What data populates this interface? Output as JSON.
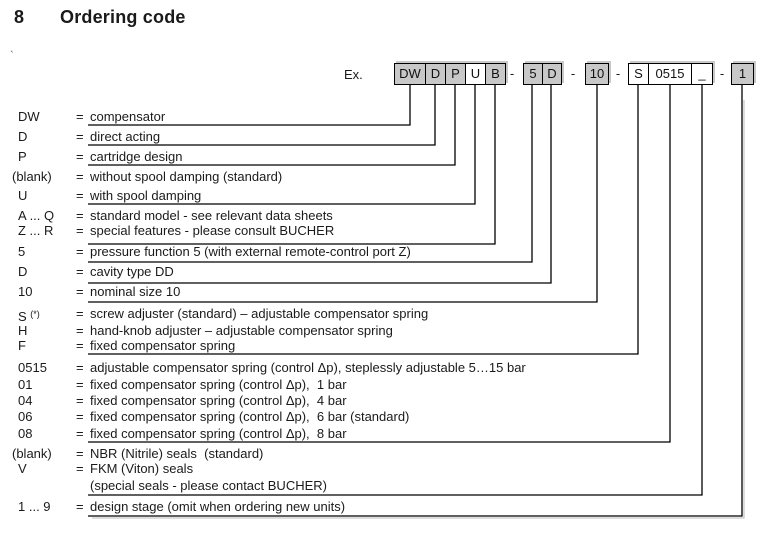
{
  "title": {
    "section_number": "8",
    "text": "Ordering code"
  },
  "stray_mark": "`",
  "colors": {
    "box_gray": "#c8c8c8",
    "box_white": "#ffffff",
    "line": "#000000",
    "shadow": "#c9c9c9"
  },
  "example": {
    "label": "Ex.",
    "separator": "-",
    "boxes": [
      {
        "text": "DW",
        "fill": "gray"
      },
      {
        "text": "D",
        "fill": "gray"
      },
      {
        "text": "P",
        "fill": "gray"
      },
      {
        "text": "U",
        "fill": "white"
      },
      {
        "text": "B",
        "fill": "gray"
      },
      {
        "text": "5",
        "fill": "gray"
      },
      {
        "text": "D",
        "fill": "gray"
      },
      {
        "text": "10",
        "fill": "gray"
      },
      {
        "text": "S",
        "fill": "white"
      },
      {
        "text": "0515",
        "fill": "white"
      },
      {
        "text": "_",
        "fill": "white"
      },
      {
        "text": "1",
        "fill": "gray"
      }
    ]
  },
  "rows": [
    {
      "code": "DW",
      "eq": "=",
      "desc": "compensator"
    },
    {
      "code": "D",
      "eq": "=",
      "desc": "direct acting"
    },
    {
      "code": "P",
      "eq": "=",
      "desc": "cartridge design"
    },
    {
      "code": "(blank)",
      "eq": "=",
      "desc": "without spool damping (standard)"
    },
    {
      "code": "U",
      "eq": "=",
      "desc": "with spool damping"
    },
    {
      "code": "A ... Q",
      "eq": "=",
      "desc": "standard model - see relevant data sheets"
    },
    {
      "code": "Z ... R",
      "eq": "=",
      "desc": "special features - please consult BUCHER"
    },
    {
      "code": "5",
      "eq": "=",
      "desc": "pressure function 5 (with external remote-control port Z)"
    },
    {
      "code": "D",
      "eq": "=",
      "desc": "cavity type DD"
    },
    {
      "code": "10",
      "eq": "=",
      "desc": "nominal size 10"
    },
    {
      "code": "S",
      "sup": "(*)",
      "eq": "=",
      "desc": "screw adjuster (standard) – adjustable compensator spring"
    },
    {
      "code": "H",
      "eq": "=",
      "desc": "hand-knob adjuster – adjustable compensator spring"
    },
    {
      "code": "F",
      "eq": "=",
      "desc": "fixed compensator spring"
    },
    {
      "code": "0515",
      "eq": "=",
      "desc": "adjustable compensator spring (control Δp), steplessly adjustable 5…15 bar"
    },
    {
      "code": "01",
      "eq": "=",
      "desc": "fixed compensator spring (control Δp),  1 bar"
    },
    {
      "code": "04",
      "eq": "=",
      "desc": "fixed compensator spring (control Δp),  4 bar"
    },
    {
      "code": "06",
      "eq": "=",
      "desc": "fixed compensator spring (control Δp),  6 bar (standard)"
    },
    {
      "code": "08",
      "eq": "=",
      "desc": "fixed compensator spring (control Δp),  8 bar"
    },
    {
      "code": "(blank)",
      "eq": "=",
      "desc": "NBR (Nitrile) seals  (standard)"
    },
    {
      "code": "V",
      "eq": "=",
      "desc": "FKM (Viton) seals"
    },
    {
      "code": "",
      "eq": "",
      "desc": "(special seals - please contact BUCHER)"
    },
    {
      "code": "1 ... 9",
      "eq": "=",
      "desc": "design stage (omit when ordering new units)"
    }
  ]
}
